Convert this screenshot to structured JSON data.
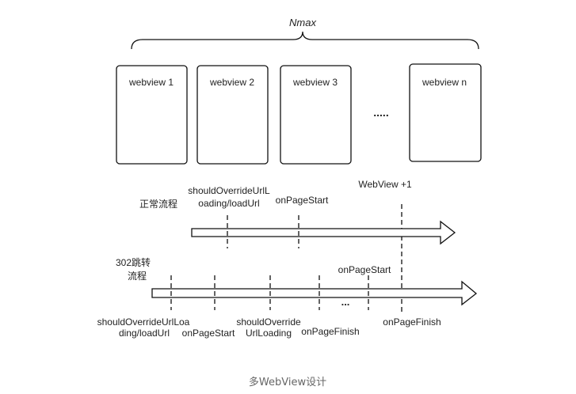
{
  "title": "Nmax",
  "webviews": [
    "webview 1",
    "webview 2",
    "webview 3",
    "webview n"
  ],
  "ellipsis_boxes": ".....",
  "webview_plus": "WebView +1",
  "normal_flow": {
    "label": "正常流程",
    "events": [
      "shouldOverrideUrlL",
      "oading/loadUrl",
      "onPageStart"
    ]
  },
  "redirect_flow": {
    "label_line1": "302跳转",
    "label_line2": "流程",
    "events_top": [
      "onPageStart"
    ],
    "events_bottom": [
      "shouldOverrideUrlLoa",
      "ding/loadUrl",
      "onPageStart",
      "shouldOverride",
      "UrlLoading",
      "onPageFinish",
      "onPageFinish"
    ],
    "ellipsis": "..."
  },
  "caption": "多WebView设计",
  "colors": {
    "line": "#111111",
    "caption": "#666666"
  }
}
